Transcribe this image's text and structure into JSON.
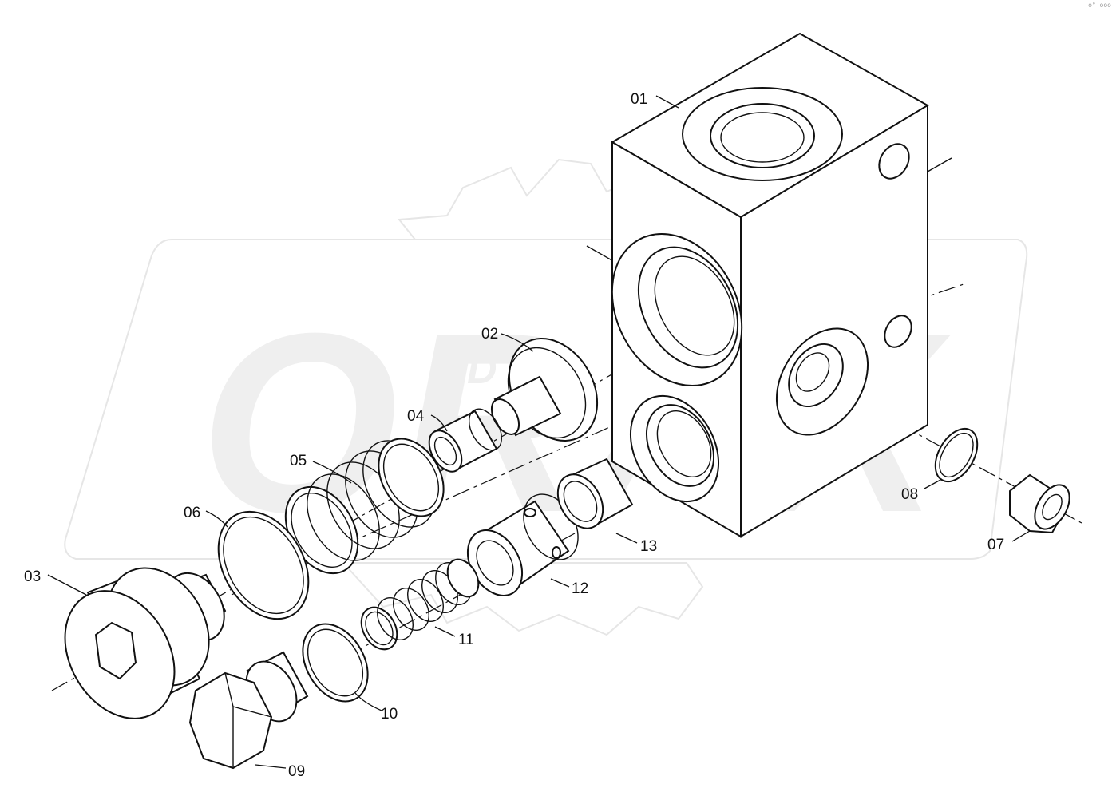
{
  "watermark": {
    "brand_text": "ORAX",
    "small_text": "D"
  },
  "corner_mark": "o° ooo",
  "callouts": {
    "p01": "01",
    "p02": "02",
    "p03": "03",
    "p04": "04",
    "p05": "05",
    "p06": "06",
    "p07": "07",
    "p08": "08",
    "p09": "09",
    "p10": "10",
    "p11": "11",
    "p12": "12",
    "p13": "13"
  },
  "colors": {
    "line": "#111111",
    "watermark": "#e6e6e6",
    "background": "#ffffff"
  }
}
